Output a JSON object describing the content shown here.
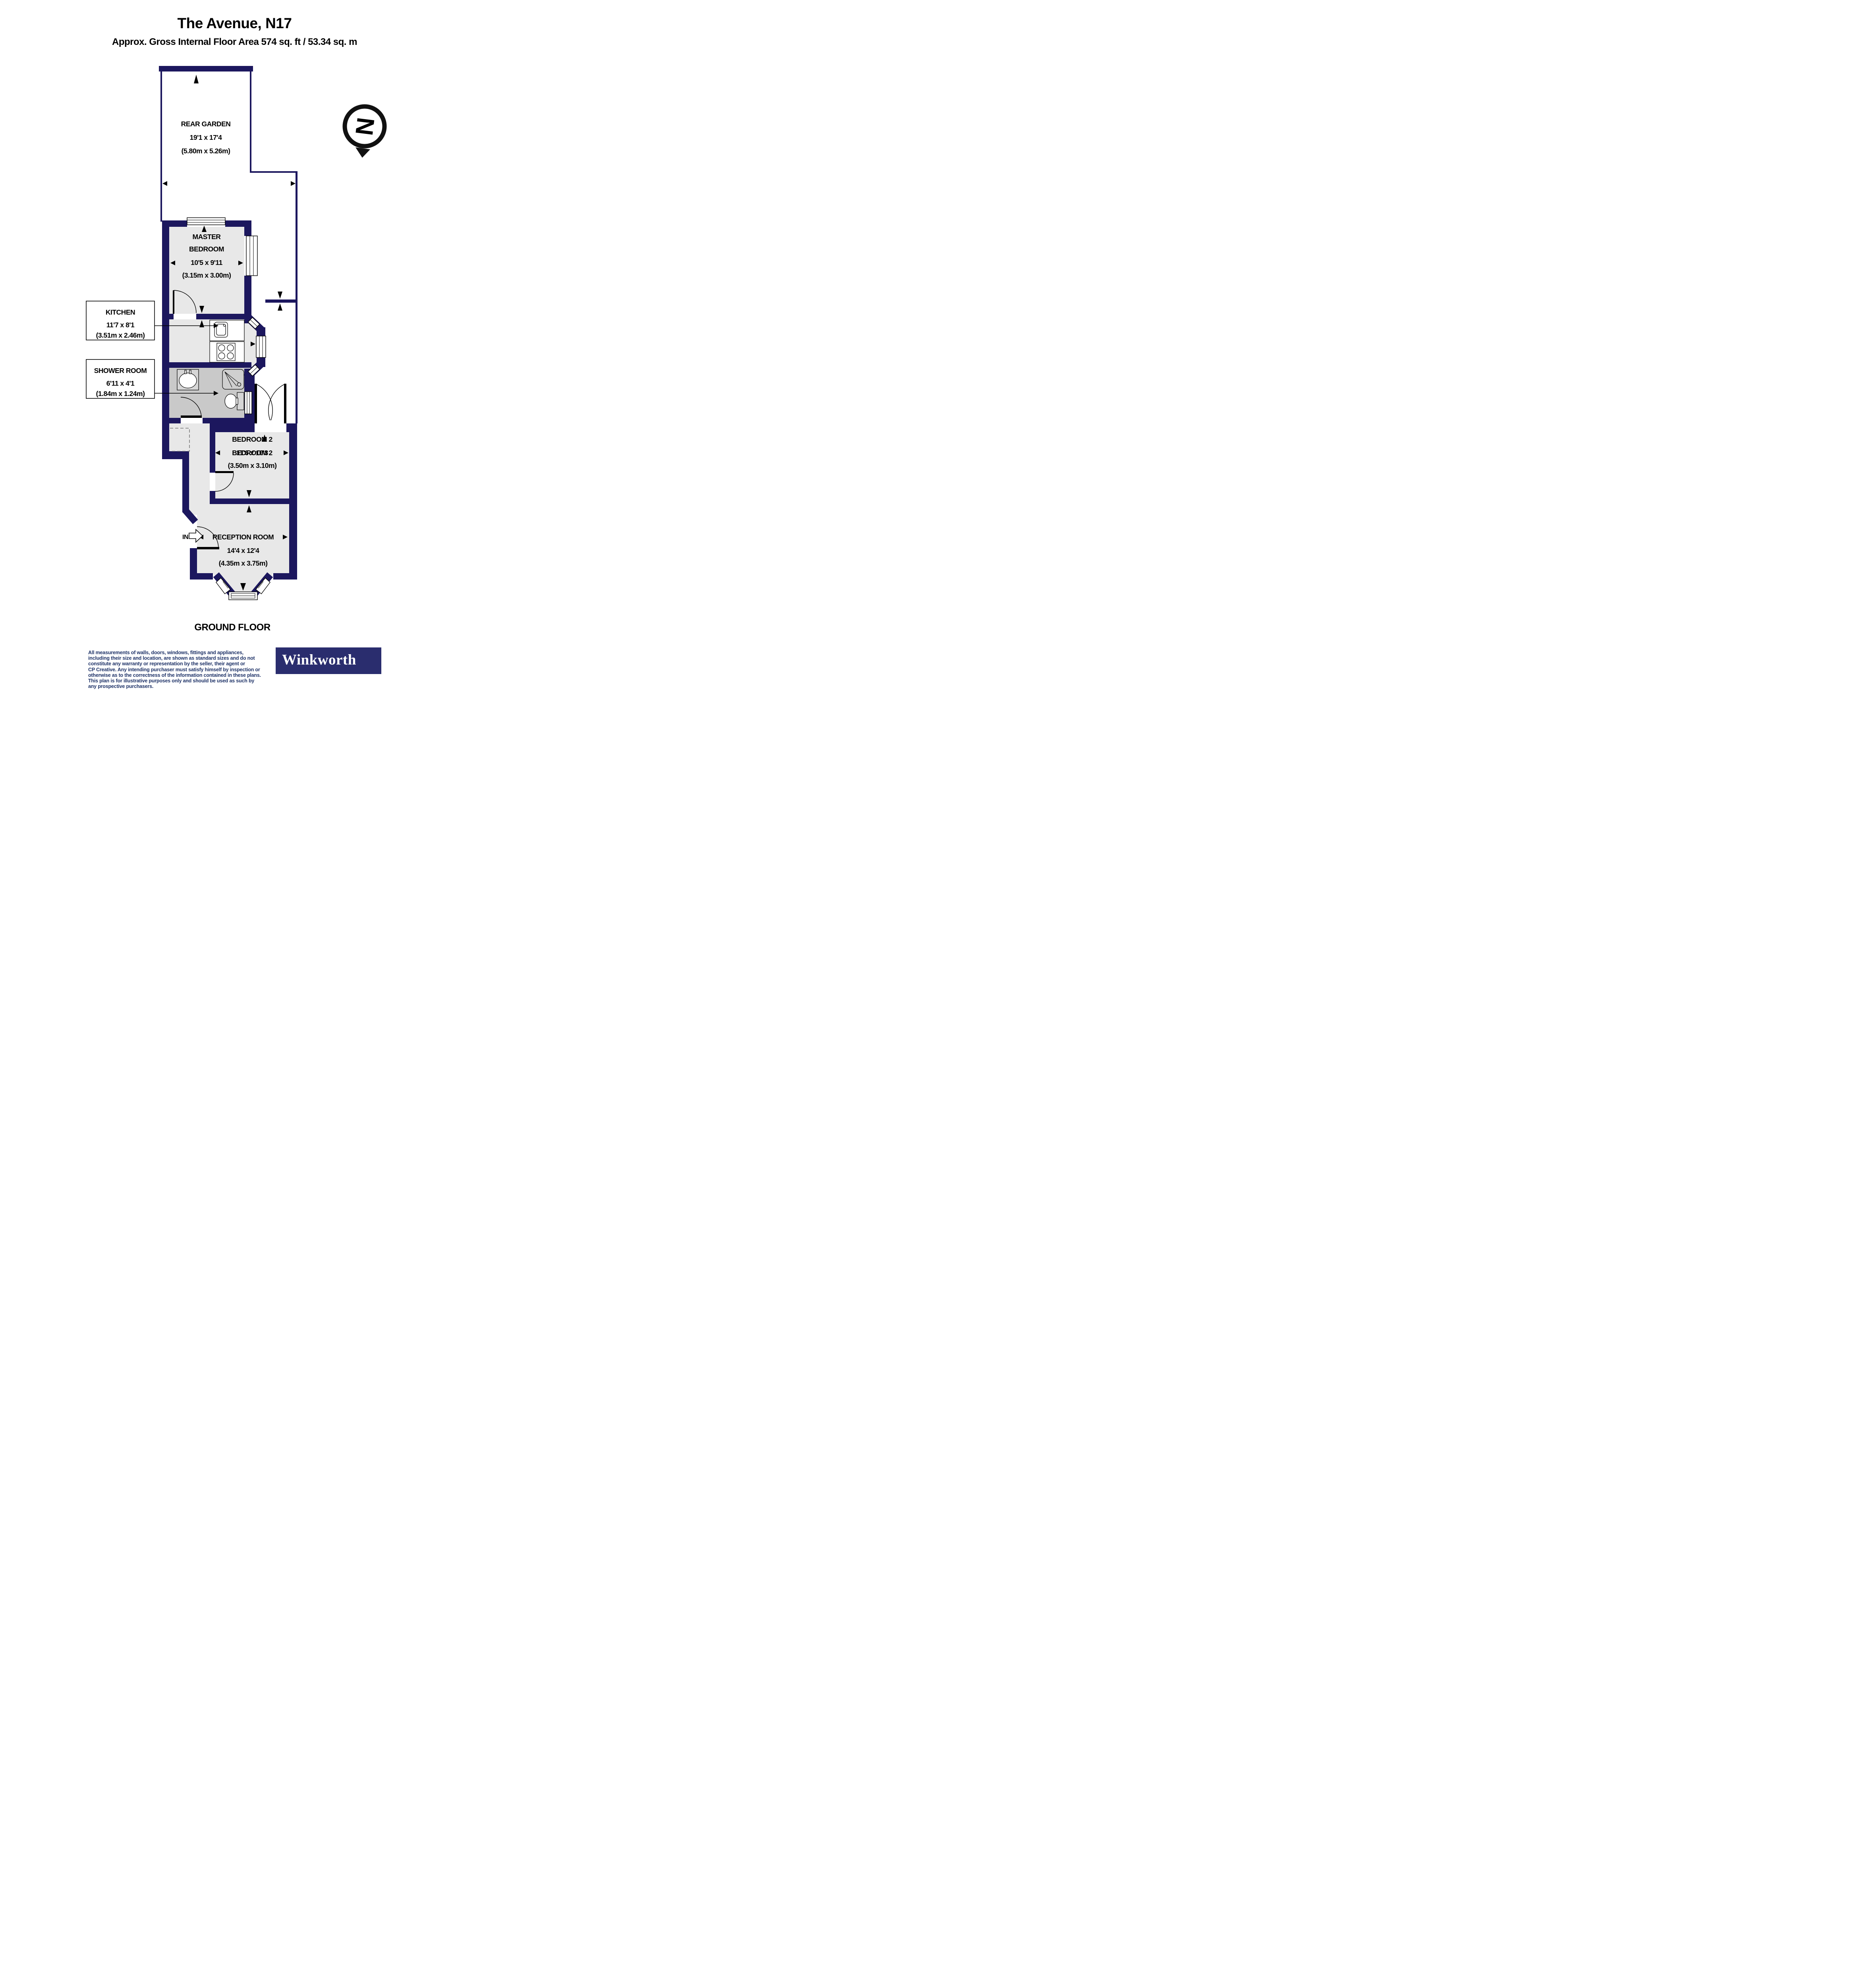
{
  "header": {
    "title": "The Avenue, N17",
    "subtitle": "Approx. Gross Internal Floor Area 574 sq. ft / 53.34 sq. m"
  },
  "compass": {
    "letter": "N"
  },
  "rooms": {
    "garden": {
      "name": "REAR GARDEN",
      "imperial": "19'1 x 17'4",
      "metric": "(5.80m x 5.26m)"
    },
    "master": {
      "line1": "MASTER",
      "line2": "BEDROOM",
      "imperial": "10'5 x 9'11",
      "metric": "(3.15m x 3.00m)"
    },
    "kitchen": {
      "name": "KITCHEN",
      "imperial": "11'7 x 8'1",
      "metric": "(3.51m x 2.46m)"
    },
    "shower": {
      "name": "SHOWER ROOM",
      "imperial": "6'11 x 4'1",
      "metric": "(1.84m x 1.24m)"
    },
    "bedroom2": {
      "name": "BEDROOM 2",
      "imperial": "11'6 x 10'3",
      "metric": "(3.50m x 3.10m)"
    },
    "reception": {
      "name": "RECEPTION ROOM",
      "imperial": "14'4 x 12'4",
      "metric": "(4.35m x 3.75m)"
    }
  },
  "entrance": {
    "label": "IN"
  },
  "footer": {
    "floor_label": "GROUND FLOOR",
    "disclaimer_lines": [
      "All measurements of walls, doors, windows, fittings and appliances,",
      "including their size and location, are shown as standard sizes and do not",
      "constitute any warranty or representation by the seller, their agent or",
      "CP Creative. Any intending purchaser must satisfy himself by inspection or",
      "otherwise as to the correctness of the information contained in these plans.",
      "This plan is for illustrative purposes only and should be used as such by",
      "any prospective purchasers."
    ],
    "logo_text": "Winkworth"
  },
  "colors": {
    "wall": "#1c175e",
    "room_fill": "#e8e8e8",
    "shower_fill": "#c9c9c9",
    "fixture_fill": "#d6d6d6",
    "compass_letter": "#8c8c8c",
    "disclaimer_text": "#1f3368",
    "logo_background": "#2a2d6e",
    "logo_text": "#ffffff"
  }
}
